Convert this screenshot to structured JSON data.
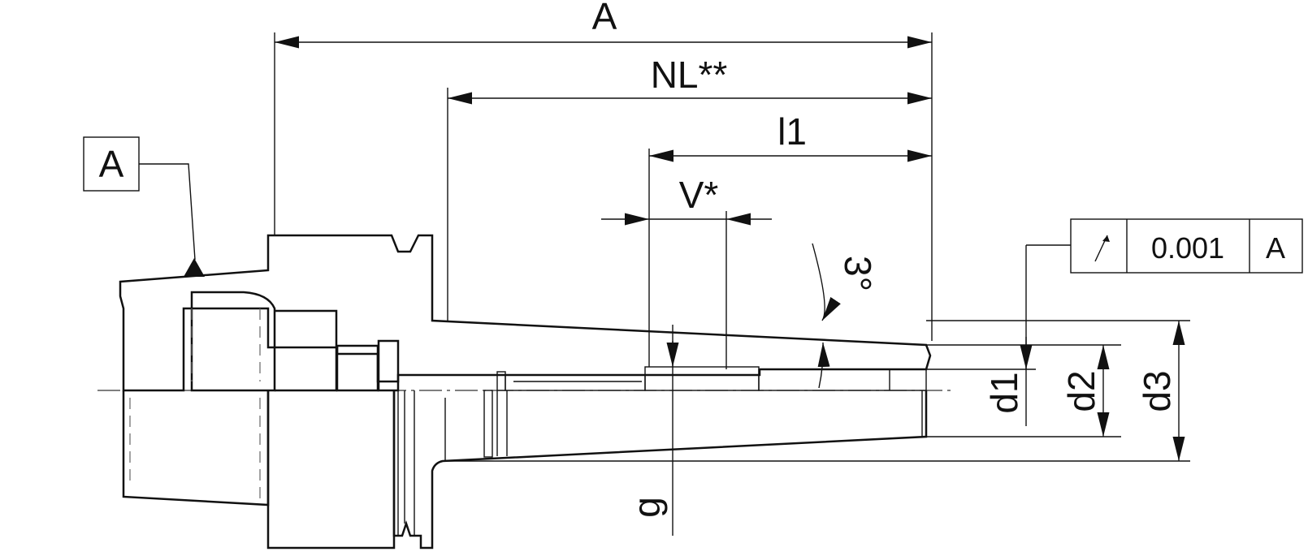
{
  "drawing": {
    "datum_label": "A",
    "dimensions": {
      "overall": "A",
      "nominal_length": "NL**",
      "l1": "l1",
      "v": "V*",
      "angle": "3°",
      "d1": "d1",
      "d2": "d2",
      "d3": "d3",
      "g": "g"
    },
    "tolerance_frame": {
      "symbol": "runout-icon",
      "value": "0.001",
      "datum": "A"
    }
  }
}
